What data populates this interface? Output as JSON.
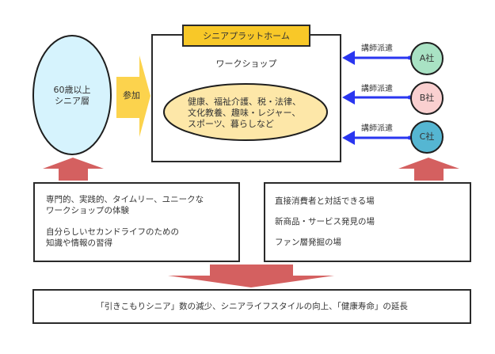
{
  "platform": {
    "title": "シニアプラットホーム",
    "workshop_label": "ワークショップ",
    "topics_lines": [
      "健康、福祉介護、税・法律、",
      "文化教養、趣味・レジャー、",
      "スポーツ、暮らしなど"
    ]
  },
  "senior": {
    "lines": [
      "60歳以上",
      "シニア層"
    ]
  },
  "participate_arrow": {
    "label": "参加"
  },
  "companies": [
    {
      "label": "A社",
      "arrow_label": "講師派遣",
      "color": "#a9e2c4"
    },
    {
      "label": "B社",
      "arrow_label": "講師派遣",
      "color": "#fad0d0"
    },
    {
      "label": "C社",
      "arrow_label": "講師派遣",
      "color": "#55b6d2"
    }
  ],
  "senior_benefits": {
    "items": [
      [
        "専門的、実践的、タイムリー、ユニークな",
        "ワークショップの体験"
      ],
      [
        "自分らしいセカンドライフのための",
        "知識や情報の習得"
      ]
    ]
  },
  "company_benefits": {
    "items": [
      "直接消費者と対話できる場",
      "新商品・サービス発見の場",
      "ファン層発掘の場"
    ]
  },
  "outcome": {
    "text": "「引きこもりシニア」数の減少、シニアライフスタイルの向上、「健康寿命」の延長"
  },
  "colors": {
    "senior_fill": "#d6f3fd",
    "topics_fill": "#fde7a8",
    "participate_arrow": "#fcd34d",
    "title_bar": "#f8c828",
    "dispatch_arrow": "#2a36f0",
    "big_arrow": "#d46060"
  }
}
